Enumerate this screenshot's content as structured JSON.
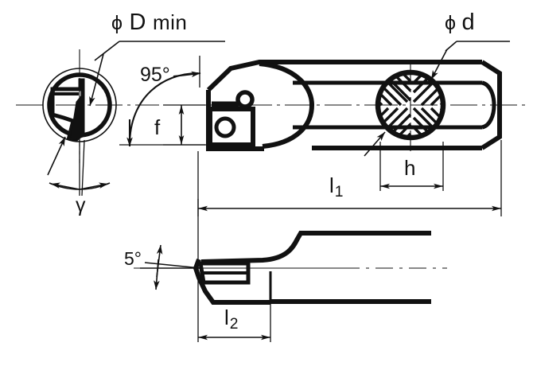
{
  "drawing": {
    "title": "Boring bar with indexable insert — dimensioned technical drawing",
    "background_color": "#ffffff",
    "line_color": "#111111",
    "views": [
      {
        "name": "end-view-left",
        "description": "Front end view showing minimum bore circle and tool cross-section"
      },
      {
        "name": "side-view-main",
        "description": "Main side elevation of boring bar with insert head and shank"
      },
      {
        "name": "section-view",
        "description": "Hatched circular section of the shank"
      },
      {
        "name": "top-view",
        "description": "Plan view of the cutting head showing lead angle"
      }
    ],
    "labels": {
      "phi_symbol": "ϕ",
      "diameter_min": "D",
      "diameter_min_suffix": "min",
      "diameter_shank": "d",
      "angle_lead": "95°",
      "angle_clearance": "5°",
      "dim_f": "f",
      "dim_h": "h",
      "dim_l1_base": "l",
      "dim_l1_sub": "1",
      "dim_l2_base": "l",
      "dim_l2_sub": "2",
      "angle_gamma": "γ"
    },
    "icon_names": [
      "diameter-symbol-icon",
      "leader-arrow-icon",
      "dimension-arrow-icon",
      "centerline-icon",
      "section-hatch-icon"
    ]
  }
}
